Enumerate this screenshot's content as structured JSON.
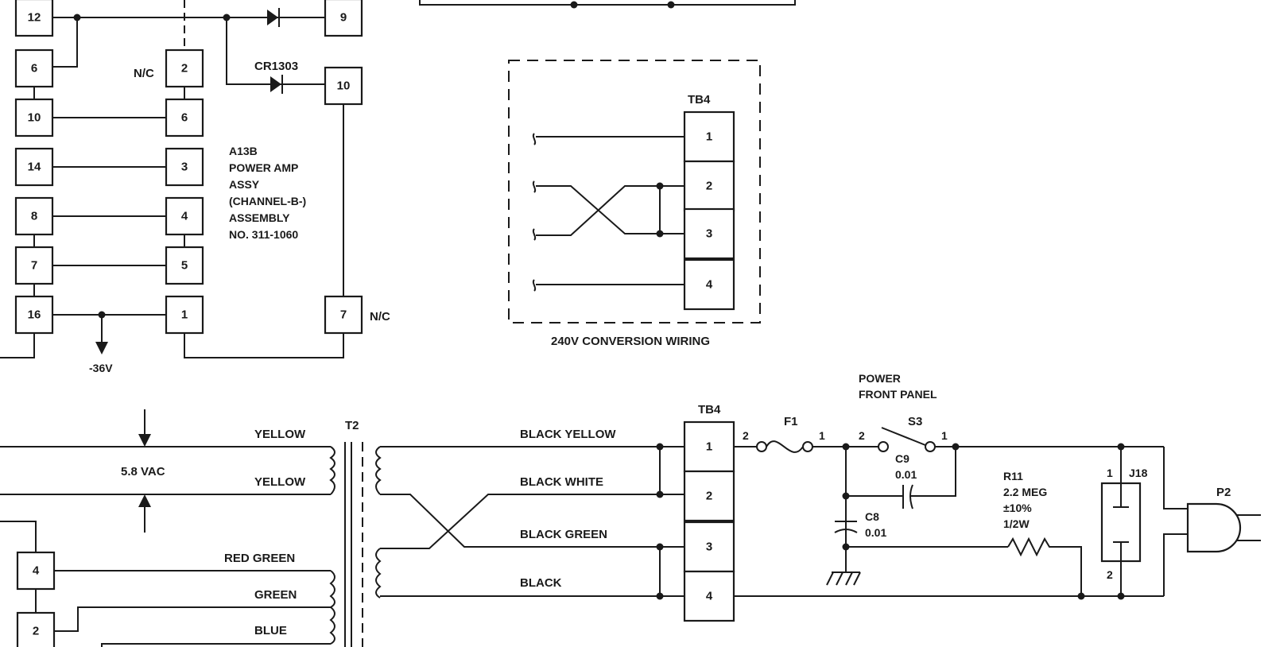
{
  "pcb_a13b": {
    "left_pins": [
      "12",
      "6",
      "10",
      "14",
      "8",
      "7",
      "16"
    ],
    "mid_pins": [
      "2",
      "6",
      "3",
      "4",
      "5",
      "1"
    ],
    "right_pins": [
      "9",
      "10",
      "7"
    ],
    "nc_label": "N/C",
    "diode_label": "CR1303",
    "assy_lines": [
      "A13B",
      "POWER AMP",
      "ASSY",
      "(CHANNEL-B-)",
      "ASSEMBLY",
      "NO. 311-1060"
    ],
    "neg_voltage": "-36V"
  },
  "conversion": {
    "terminal_name": "TB4",
    "pins": [
      "1",
      "2",
      "3",
      "4"
    ],
    "caption": "240V CONVERSION WIRING"
  },
  "power": {
    "tb_name": "TB4",
    "tb_pins": [
      "1",
      "2",
      "3",
      "4"
    ],
    "transformer": "T2",
    "voltage": "5.8 VAC",
    "secondary_labels": [
      "YELLOW",
      "YELLOW",
      "RED GREEN",
      "GREEN",
      "BLUE"
    ],
    "lower_pins": [
      "4",
      "2"
    ],
    "primary_labels": [
      "BLACK YELLOW",
      "BLACK WHITE",
      "BLACK GREEN",
      "BLACK"
    ],
    "fuse": "F1",
    "fuse_pin_a": "2",
    "fuse_pin_b": "1",
    "switch": "S3",
    "switch_pin_a": "2",
    "switch_pin_b": "1",
    "switch_title_1": "POWER",
    "switch_title_2": "FRONT PANEL",
    "c9_name": "C9",
    "c9_value": "0.01",
    "c8_name": "C8",
    "c8_value": "0.01",
    "r11_name": "R11",
    "r11_value": "2.2 MEG",
    "r11_tol": "±10%",
    "r11_power": "1/2W",
    "jack": "J18",
    "jack_pin_a": "1",
    "jack_pin_b": "2",
    "plug": "P2"
  }
}
